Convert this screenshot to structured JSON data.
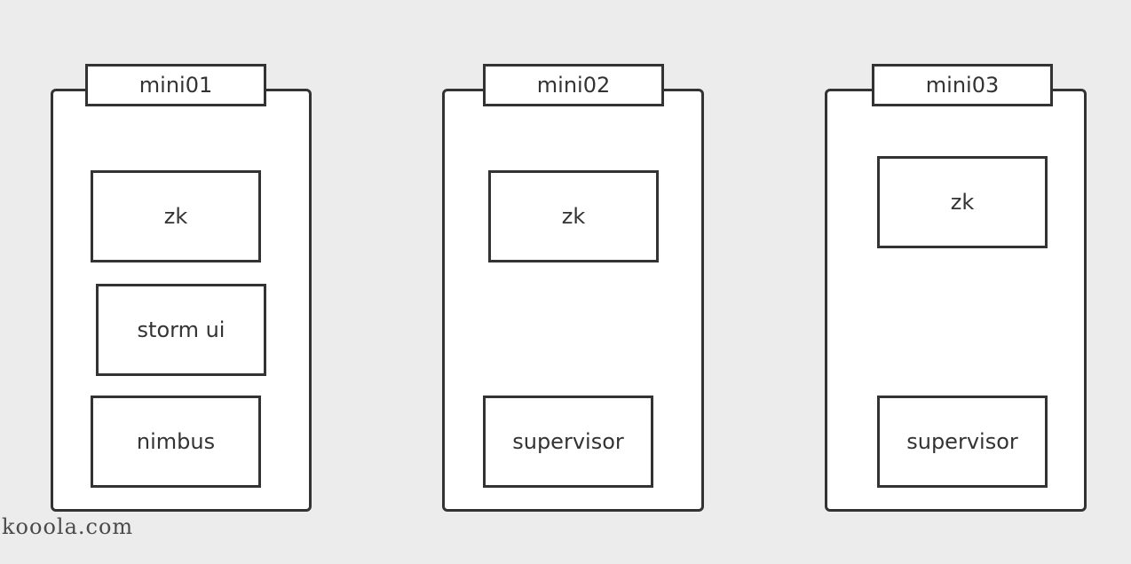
{
  "nodes": [
    {
      "name": "mini01",
      "processes": [
        "zk",
        "storm ui",
        "nimbus"
      ]
    },
    {
      "name": "mini02",
      "processes": [
        "zk",
        "supervisor"
      ]
    },
    {
      "name": "mini03",
      "processes": [
        "zk",
        "supervisor"
      ]
    }
  ],
  "watermark": "kooola.com",
  "colors": {
    "background": "#ececec",
    "box_fill": "#ffffff",
    "stroke": "#333333"
  }
}
